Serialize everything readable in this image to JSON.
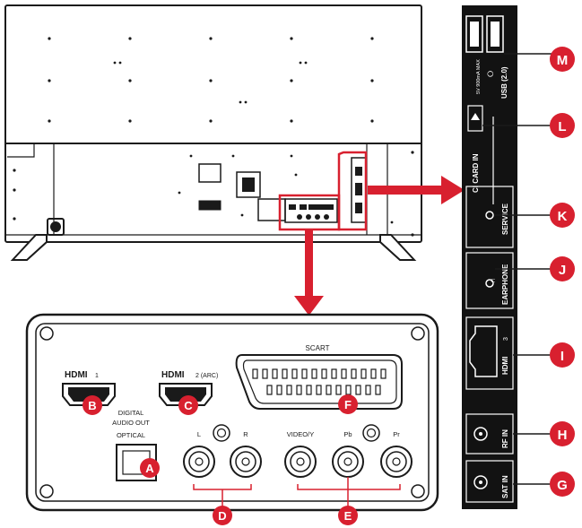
{
  "panel_labels": {
    "hdmi1": "1",
    "hdmi2": "2 (ARC)",
    "hdmi3": "3",
    "hdmi_logo": "HDMI",
    "scart": "SCART",
    "digital_audio_line1": "DIGITAL",
    "digital_audio_line2": "AUDIO OUT",
    "digital_audio_line3": "OPTICAL",
    "audio_l": "L",
    "audio_r": "R",
    "video_y": "VIDEO/Y",
    "pb": "Pb",
    "pr": "Pr",
    "usb": "USB (2.0)",
    "usb_power": "5V 900mA MAX",
    "ci_card_in": "CI CARD IN",
    "service": "SERVICE",
    "earphone": "EARPHONE",
    "rf_in": "RF IN",
    "sat_in": "SAT IN"
  },
  "callouts": {
    "A": "A",
    "B": "B",
    "C": "C",
    "D": "D",
    "E": "E",
    "F": "F",
    "G": "G",
    "H": "H",
    "I": "I",
    "J": "J",
    "K": "K",
    "L": "L",
    "M": "M"
  },
  "colors": {
    "callout": "#d8202f",
    "arrow": "#d8202f",
    "outline": "#1a1a1a",
    "side_panel": "#121212"
  }
}
